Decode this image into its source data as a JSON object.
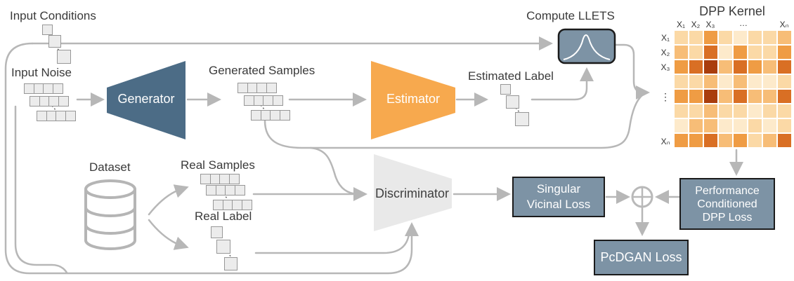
{
  "labels": {
    "input_conditions": "Input Conditions",
    "input_noise": "Input Noise",
    "generator": "Generator",
    "generated_samples": "Generated Samples",
    "estimator": "Estimator",
    "estimated_label": "Estimated Label",
    "compute_llets": "Compute LLETS",
    "dataset": "Dataset",
    "real_samples": "Real Samples",
    "real_label": "Real Label",
    "discriminator": "Discriminator"
  },
  "boxes": {
    "singular_vicinal_loss": [
      "Singular",
      "Vicinal Loss"
    ],
    "performance_conditioned_dpp_loss": [
      "Performance",
      "Conditioned",
      "DPP Loss"
    ],
    "pcdgan_loss": "PcDGAN Loss"
  },
  "matrix": {
    "title": "DPP Kernel",
    "col_labels": [
      "X₁",
      "X₂",
      "X₃",
      "…",
      "Xₙ"
    ],
    "row_labels": [
      "X₁",
      "X₂",
      "X₃",
      "⋮",
      "Xₙ"
    ],
    "palette": {
      "l1": "#fdeacb",
      "l2": "#fbd9a6",
      "m1": "#f7bd77",
      "m2": "#ef9c44",
      "d1": "#d96f24",
      "d2": "#a93d0d"
    },
    "cells": [
      [
        "l2",
        "l2",
        "m2",
        "l2",
        "l1",
        "l2",
        "l2",
        "m1"
      ],
      [
        "m1",
        "l2",
        "d1",
        "l1",
        "m2",
        "l2",
        "l2",
        "m2"
      ],
      [
        "m2",
        "d1",
        "d2",
        "m1",
        "d1",
        "m2",
        "m1",
        "d1"
      ],
      [
        "l2",
        "l2",
        "m1",
        "l1",
        "m1",
        "l1",
        "l1",
        "l2"
      ],
      [
        "m2",
        "m2",
        "d2",
        "m1",
        "d1",
        "m1",
        "m1",
        "d1"
      ],
      [
        "l2",
        "l2",
        "m1",
        "l2",
        "l2",
        "l1",
        "l2",
        "l2"
      ],
      [
        "l1",
        "m1",
        "m1",
        "l1",
        "l1",
        "l2",
        "l1",
        "l2"
      ],
      [
        "m2",
        "m2",
        "d1",
        "m1",
        "m2",
        "l2",
        "m1",
        "d1"
      ]
    ]
  },
  "icons": {
    "llets_icon": "peak-function-curve",
    "dataset_icon": "database-cylinder",
    "combiner_icon": "circle-plus"
  },
  "colors": {
    "generator_fill": "#4c6c86",
    "estimator_fill": "#f7a94e",
    "discriminator_fill": "#e9e9e9",
    "loss_box_fill": "#7d93a5",
    "llets_box_fill": "#7d93a5",
    "box_border": "#1b1b1b",
    "connector": "#b7b7b7",
    "text_dark": "#3a3a3a",
    "text_light": "#ffffff",
    "square_fill": "#ececec",
    "square_border": "#979797"
  }
}
